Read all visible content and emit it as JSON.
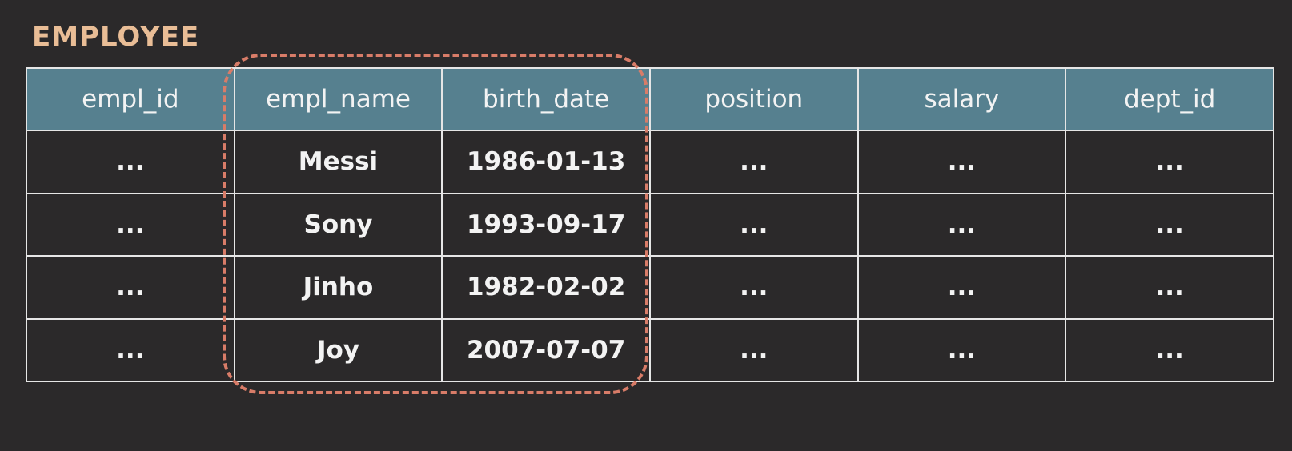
{
  "title": "EMPLOYEE",
  "columns": [
    "empl_id",
    "empl_name",
    "birth_date",
    "position",
    "salary",
    "dept_id"
  ],
  "rows": [
    [
      "...",
      "Messi",
      "1986-01-13",
      "...",
      "...",
      "..."
    ],
    [
      "...",
      "Sony",
      "1993-09-17",
      "...",
      "...",
      "..."
    ],
    [
      "...",
      "Jinho",
      "1982-02-02",
      "...",
      "...",
      "..."
    ],
    [
      "...",
      "Joy",
      "2007-07-07",
      "...",
      "...",
      "..."
    ]
  ],
  "colors": {
    "background": "#2b292a",
    "header": "#56808f",
    "title": "#e9bd96",
    "highlight": "#d87c68",
    "grid": "#e6e6e6"
  }
}
